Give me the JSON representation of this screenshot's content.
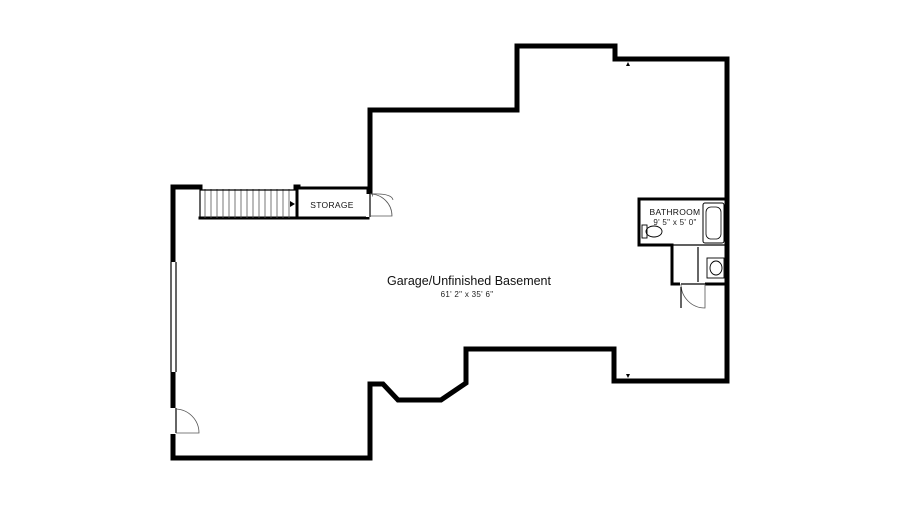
{
  "rooms": {
    "main": {
      "name": "Garage/Unfinished Basement",
      "dimensions": "61' 2\" x 35' 6\""
    },
    "storage": {
      "name": "STORAGE"
    },
    "bathroom": {
      "name": "BATHROOM",
      "dimensions": "9' 5\" x 5' 0\""
    }
  }
}
